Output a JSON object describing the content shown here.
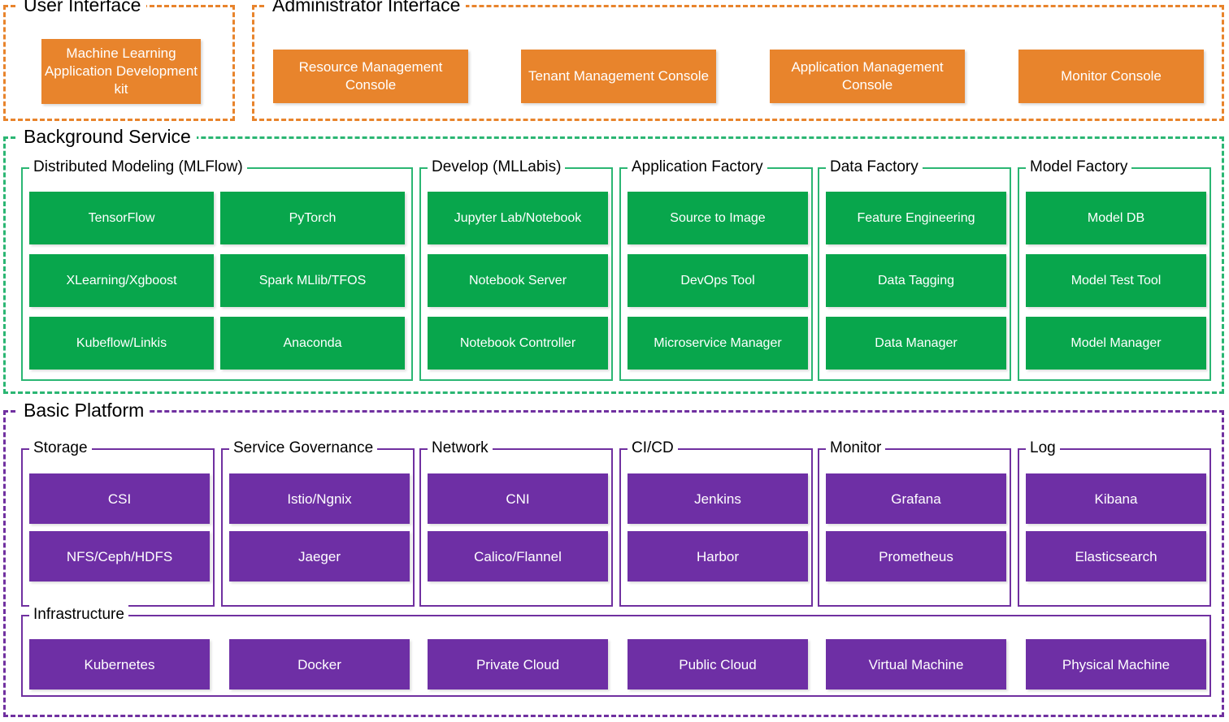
{
  "colors": {
    "orange": "#E8842C",
    "green": "#08A64C",
    "green_border": "#2BB673",
    "purple": "#6E2FA5",
    "purple_border": "#7030A0",
    "text_light": "#FFFFFF",
    "text_dark": "#000000",
    "background": "#FFFFFF"
  },
  "user_interface": {
    "title": "User Interface",
    "boxes": [
      {
        "label": "Machine Learning Application Development kit"
      }
    ]
  },
  "administrator_interface": {
    "title": "Administrator Interface",
    "boxes": [
      {
        "label": "Resource Management Console"
      },
      {
        "label": "Tenant Management Console"
      },
      {
        "label": "Application Management Console"
      },
      {
        "label": "Monitor Console"
      }
    ]
  },
  "background_service": {
    "title": "Background Service",
    "groups": [
      {
        "title": "Distributed Modeling (MLFlow)",
        "columns": 2,
        "items": [
          "TensorFlow",
          "PyTorch",
          "XLearning/Xgboost",
          "Spark MLlib/TFOS",
          "Kubeflow/Linkis",
          "Anaconda"
        ]
      },
      {
        "title": "Develop (MLLabis)",
        "columns": 1,
        "items": [
          "Jupyter Lab/Notebook",
          "Notebook Server",
          "Notebook Controller"
        ]
      },
      {
        "title": "Application Factory",
        "columns": 1,
        "items": [
          "Source to Image",
          "DevOps Tool",
          "Microservice Manager"
        ]
      },
      {
        "title": "Data Factory",
        "columns": 1,
        "items": [
          "Feature Engineering",
          "Data Tagging",
          "Data Manager"
        ]
      },
      {
        "title": "Model Factory",
        "columns": 1,
        "items": [
          "Model DB",
          "Model Test Tool",
          "Model Manager"
        ]
      }
    ]
  },
  "basic_platform": {
    "title": "Basic Platform",
    "groups": [
      {
        "title": "Storage",
        "items": [
          "CSI",
          "NFS/Ceph/HDFS"
        ]
      },
      {
        "title": "Service Governance",
        "items": [
          "Istio/Ngnix",
          "Jaeger"
        ]
      },
      {
        "title": "Network",
        "items": [
          "CNI",
          "Calico/Flannel"
        ]
      },
      {
        "title": "CI/CD",
        "items": [
          "Jenkins",
          "Harbor"
        ]
      },
      {
        "title": "Monitor",
        "items": [
          "Grafana",
          "Prometheus"
        ]
      },
      {
        "title": "Log",
        "items": [
          "Kibana",
          "Elasticsearch"
        ]
      }
    ],
    "infrastructure": {
      "title": "Infrastructure",
      "items": [
        "Kubernetes",
        "Docker",
        "Private Cloud",
        "Public Cloud",
        "Virtual Machine",
        "Physical Machine"
      ]
    }
  }
}
